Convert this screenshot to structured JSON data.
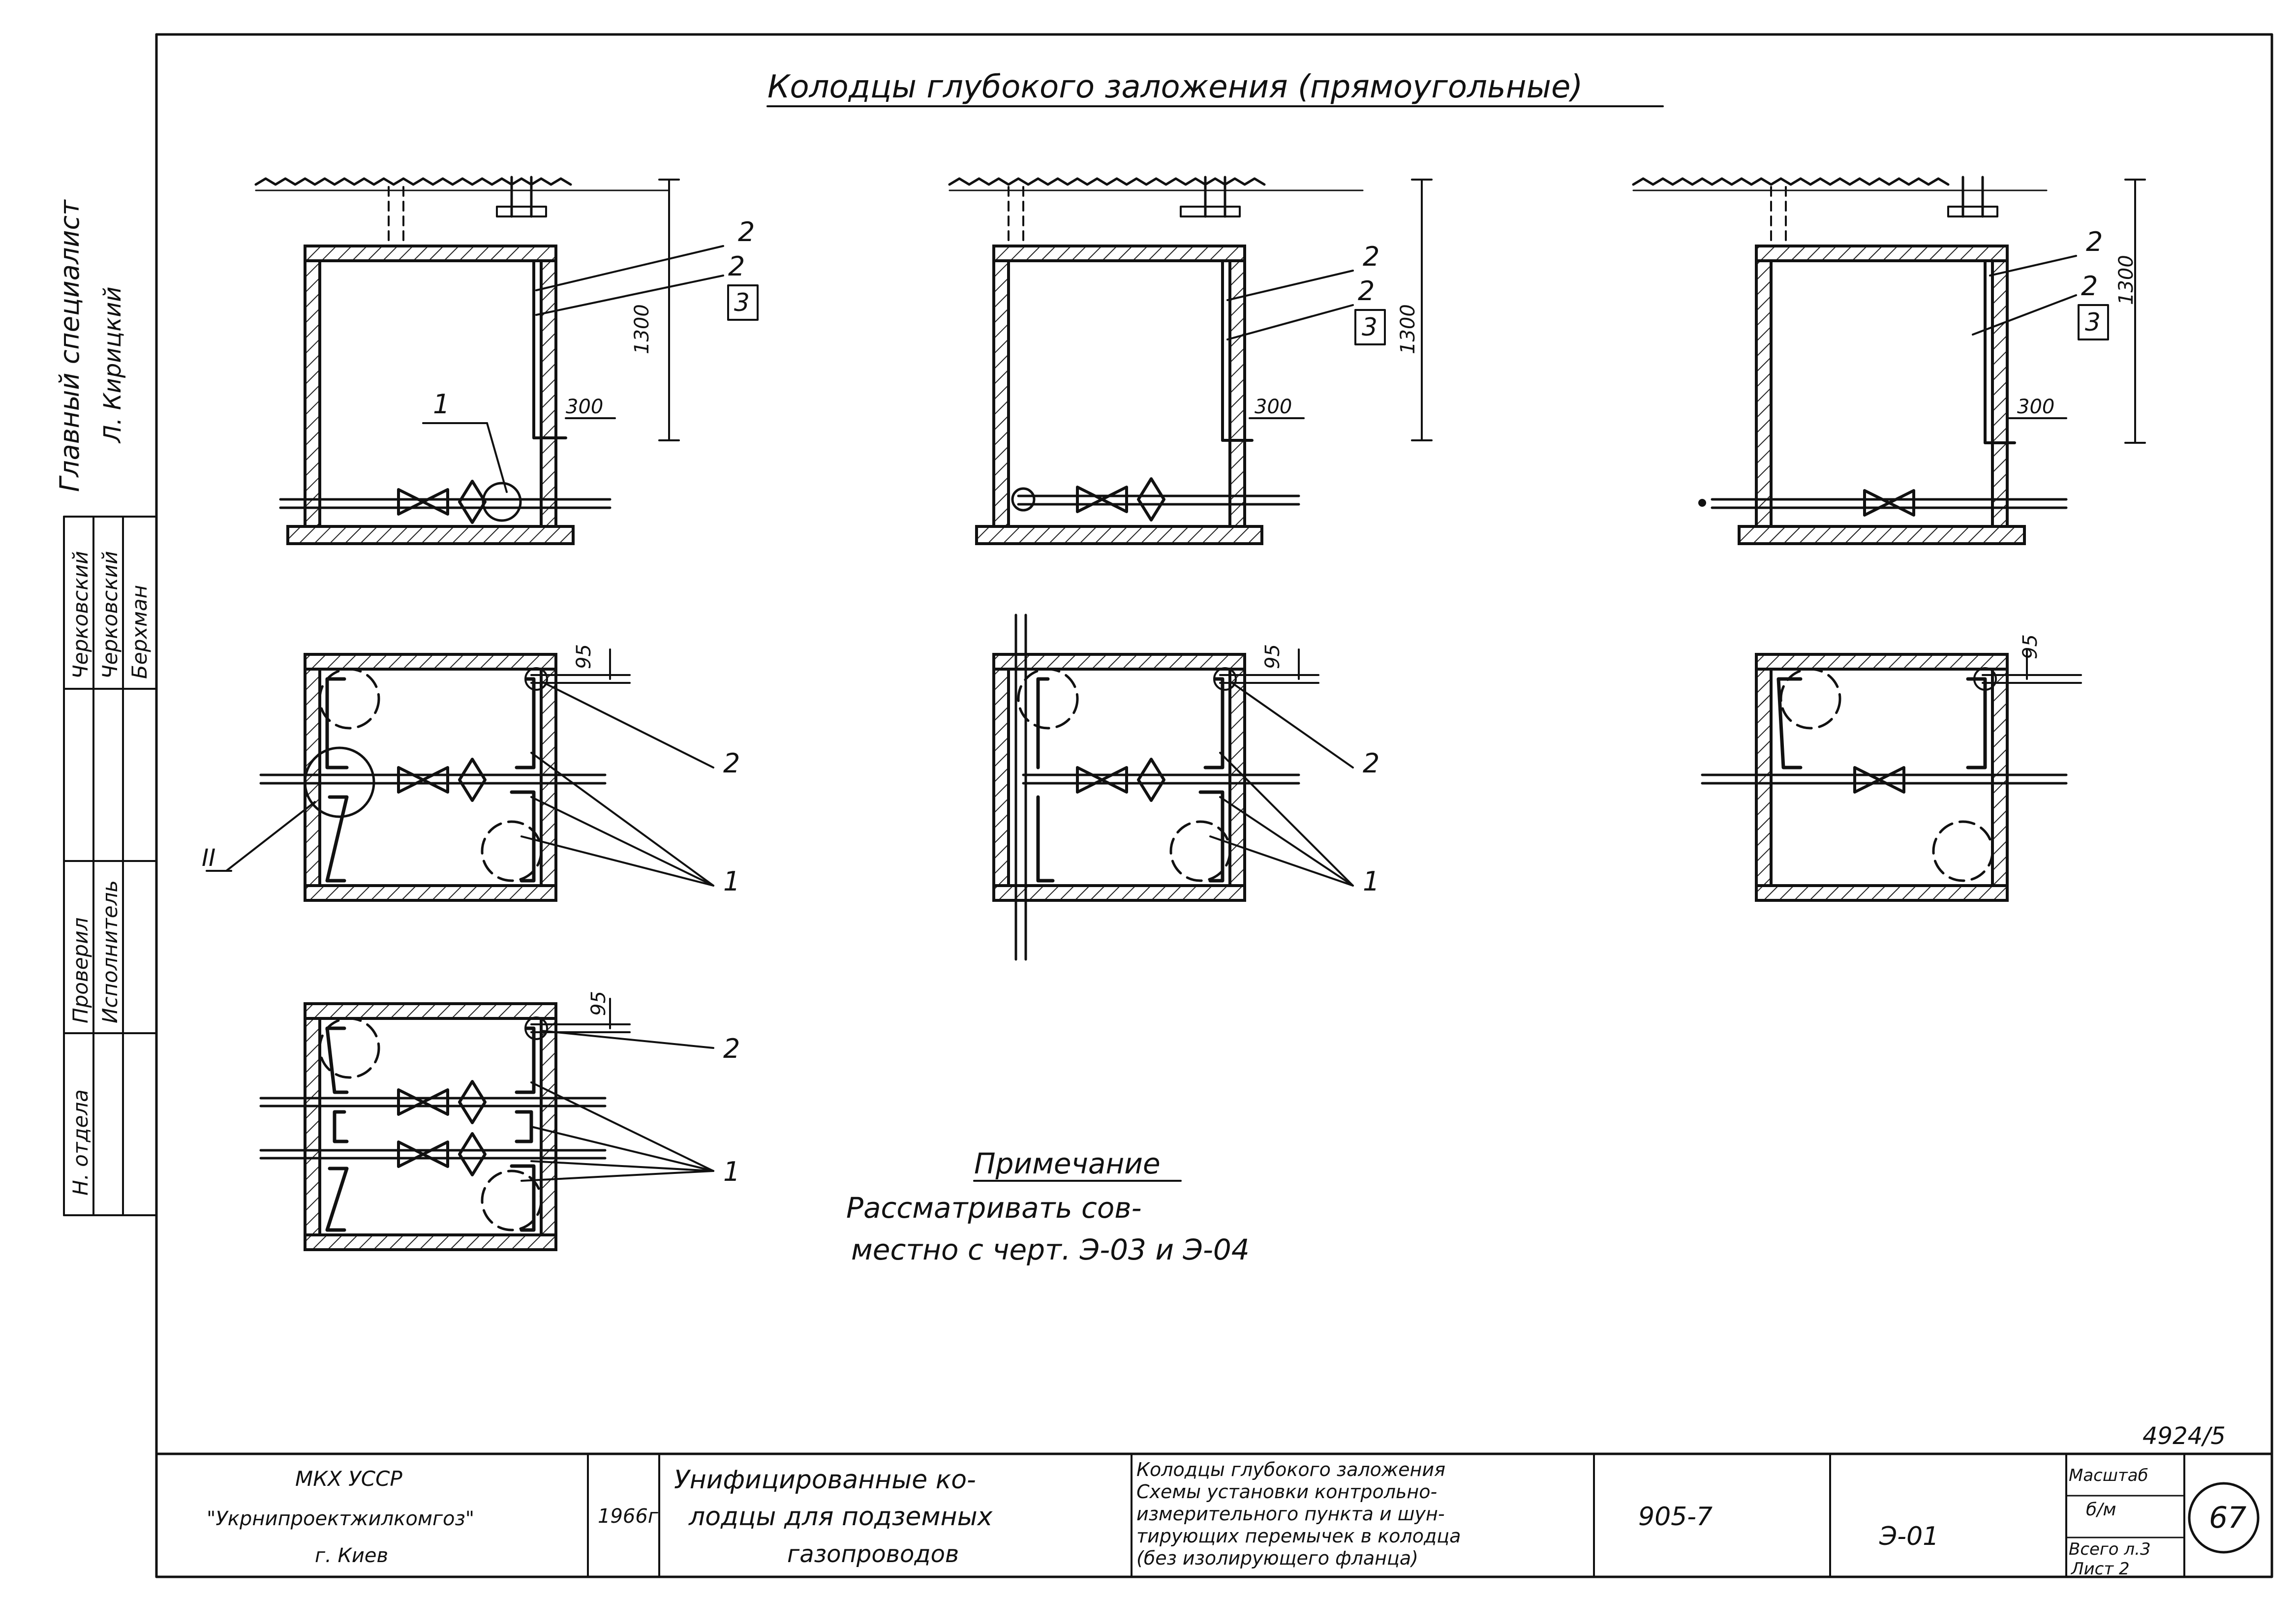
{
  "drawing": {
    "title": "Колодцы глубокого заложения (прямоугольные)",
    "dimensions": {
      "depth": "1300",
      "offset": "300",
      "flange_gap": "95"
    },
    "callouts": {
      "one": "1",
      "two": "2",
      "three": "3",
      "roman_two": "II"
    },
    "note": {
      "heading": "Примечание",
      "line1": "Рассматривать сов-",
      "line2": "местно с черт. Э-03 и Э-04"
    },
    "ref_number": "4924/5"
  },
  "side_stamp": {
    "header_col1": "Главный специалист",
    "header_col2": "Л. Кирицкий",
    "roles": [
      "Н. отдела",
      "Проверил",
      "Исполнитель"
    ],
    "names": [
      "Черковский",
      "Берхман",
      "Черковский"
    ]
  },
  "title_block": {
    "org_line1": "МКХ УССР",
    "org_line2": "\"Укрнипроектжилкомгоз\"",
    "org_line3": "г. Киев",
    "year": "1966г",
    "project_line1": "Унифицированные ко-",
    "project_line2": "лодцы для подземных",
    "project_line3": "газопроводов",
    "desc_lines": [
      "Колодцы глубокого заложения",
      "Схемы установки контрольно-",
      "измерительного пункта и шун-",
      "тирующих перемычек в колодца",
      "(без изолирующего фланца)"
    ],
    "series": "905-7",
    "sheet_code": "Э-01",
    "scale_label": "Масштаб",
    "scale_value": "б/м",
    "sheets_total": "Всего л.3",
    "sheet_number": "Лист 2",
    "page": "67"
  }
}
